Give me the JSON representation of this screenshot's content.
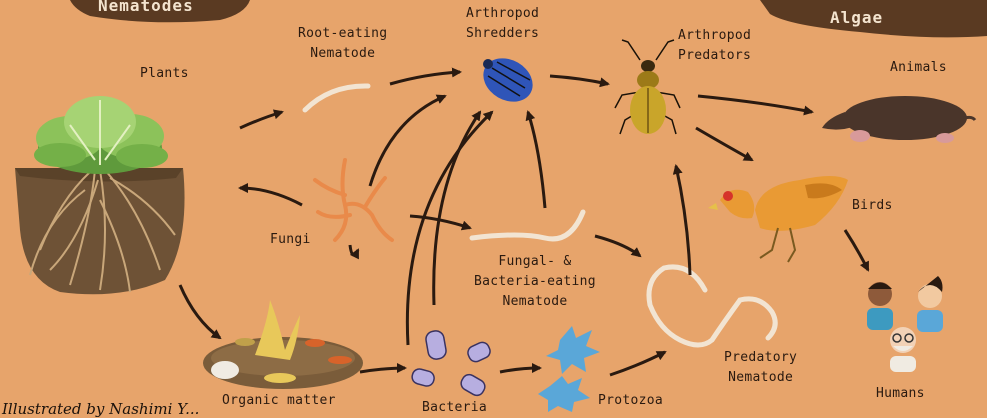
{
  "banners": {
    "left": "Nematodes",
    "right": "Algae"
  },
  "labels": {
    "plants": "Plants",
    "root_nematode": [
      "Root-eating",
      "Nematode"
    ],
    "arthropod_shredders": [
      "Arthropod",
      "Shredders"
    ],
    "arthropod_predators": [
      "Arthropod",
      "Predators"
    ],
    "animals": "Animals",
    "fungi": "Fungi",
    "birds": "Birds",
    "fungal_nematode": [
      "Fungal- &",
      "Bacteria-eating",
      "Nematode"
    ],
    "organic_matter": "Organic matter",
    "bacteria": "Bacteria",
    "protozoa": "Protozoa",
    "predatory_nematode": [
      "Predatory",
      "Nematode"
    ],
    "humans": "Humans"
  },
  "credit": "Illustrated by Nashimi Y...",
  "colors": {
    "background": "#e7a46b",
    "banner": "#5a3a22",
    "soil": "#7a5c3a",
    "leaf": "#9cc86a",
    "arrow": "#2a1a10"
  },
  "icons": [
    "lettuce-plant-icon",
    "worm-icon",
    "fungi-icon",
    "pill-bug-icon",
    "beetle-icon",
    "mole-icon",
    "hen-icon",
    "compost-icon",
    "bacteria-icon",
    "protozoa-icon",
    "coiled-worm-icon",
    "people-icon"
  ]
}
